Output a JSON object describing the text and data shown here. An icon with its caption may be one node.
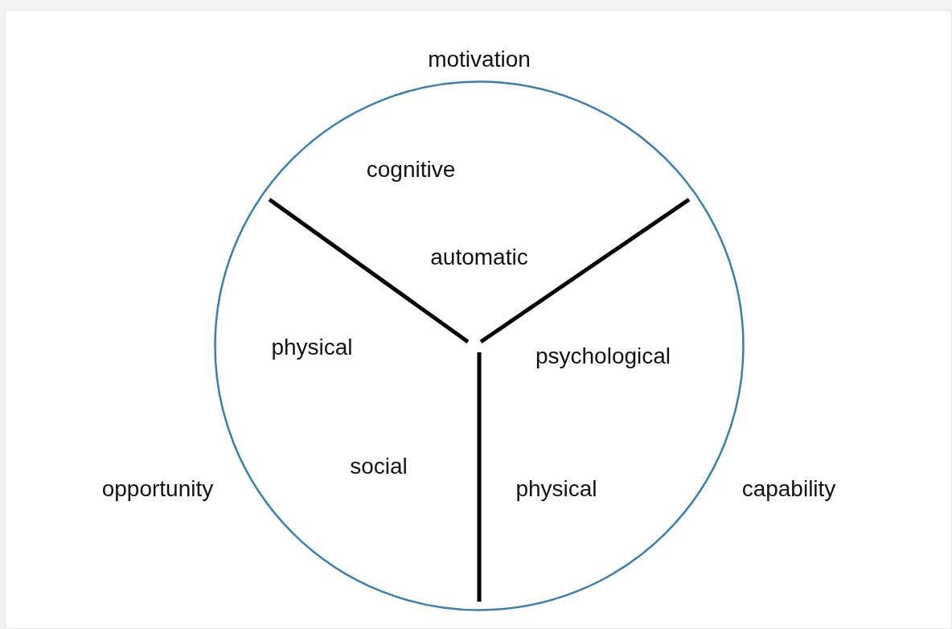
{
  "diagram": {
    "nodes": [
      {
        "text": [
          "cognitive",
          "automatic",
          "physical",
          "psychological",
          "social",
          "physical"
        ]
      }
    ],
    "labels": [
      "motivation",
      "opportunity",
      "capability"
    ]
  }
}
